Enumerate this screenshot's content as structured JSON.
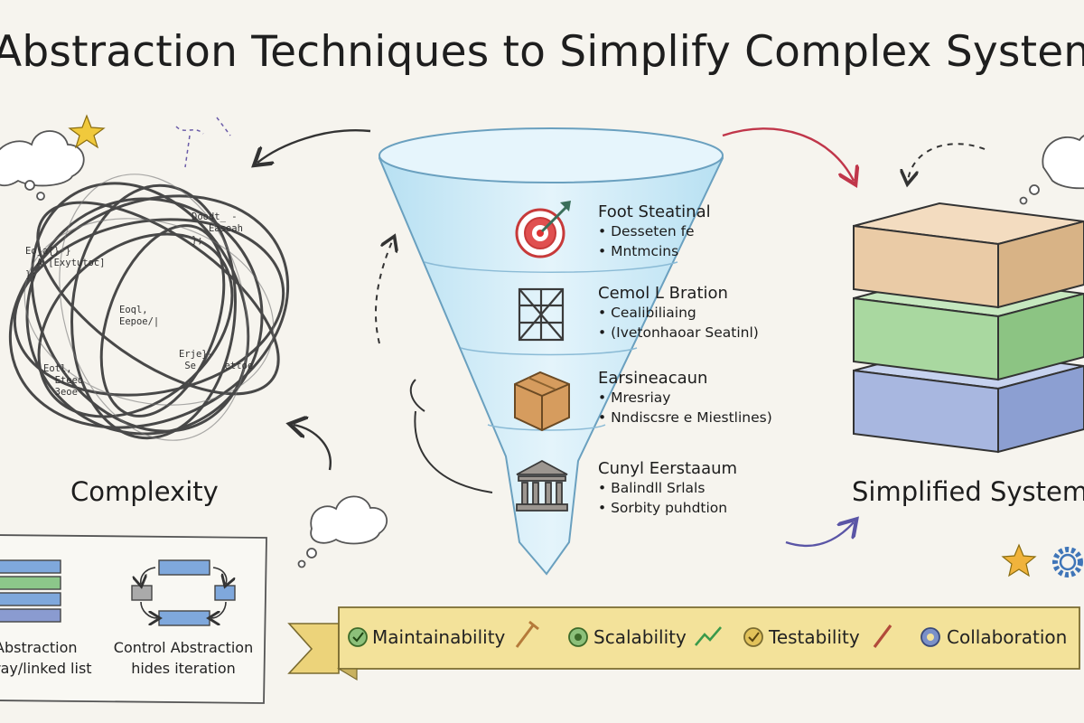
{
  "title": "Abstraction Techniques to Simplify Complex Systems",
  "left_caption": "Complexity",
  "right_caption": "Simplified System",
  "code_snippets": [
    "Doodt_ -\n   Easeah\n};",
    "Eoja{}-}\n  A [Exytutoc]\n};",
    "Eoql,\nEepoe/|",
    "Eotl,\n  Eteeo\n  3eoe",
    "Erje}-\n Se\tettoe"
  ],
  "funnel_steps": [
    {
      "title": "Foot Steatinal",
      "bullets": [
        "Desseten fe",
        "Mntmcins"
      ],
      "icon": "target-icon"
    },
    {
      "title": "Cemol L Bration",
      "bullets": [
        "Cealibiliaing",
        "(Ivetonhaoar Seatinl)"
      ],
      "icon": "scaffold-icon"
    },
    {
      "title": "Earsineacaun",
      "bullets": [
        "Mresriay",
        "Nndiscsre e Miestlines)"
      ],
      "icon": "box-icon"
    },
    {
      "title": "Cunyl Eerstaaum",
      "bullets": [
        "Balindll Srlals",
        "Sorbity puhdtion"
      ],
      "icon": "bank-icon"
    }
  ],
  "legend": [
    {
      "line1": "Abstraction",
      "line2": "ray/linked list"
    },
    {
      "line1": "Control Abstraction",
      "line2": "hides iteration"
    }
  ],
  "banner": [
    "Maintainability",
    "Scalability",
    "Testability",
    "Collaboration"
  ],
  "colors": {
    "funnel": "#cdeaf7",
    "layer_top": "#eacba6",
    "layer_mid": "#a9d8a0",
    "layer_bottom": "#a8b7e0",
    "banner": "#f3e29a",
    "legend_blue": "#7fa8dc",
    "legend_green": "#8cc78a"
  }
}
